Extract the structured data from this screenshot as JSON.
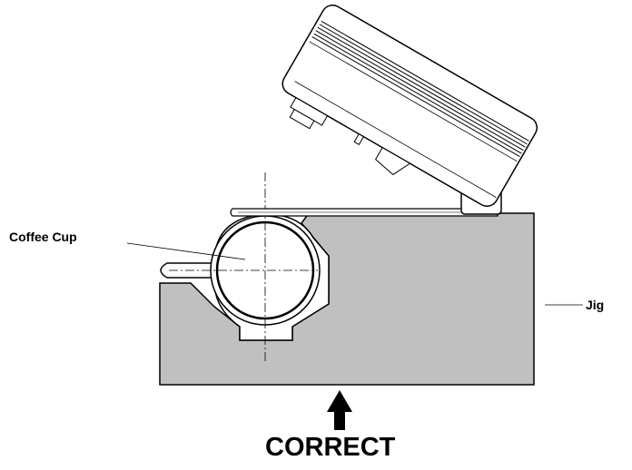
{
  "labels": {
    "coffee_cup": "Coffee Cup",
    "jig": "Jig",
    "correct": "CORRECT"
  },
  "colors": {
    "jig_fill": "#c0c0c0",
    "line": "#000000",
    "background": "#ffffff"
  }
}
